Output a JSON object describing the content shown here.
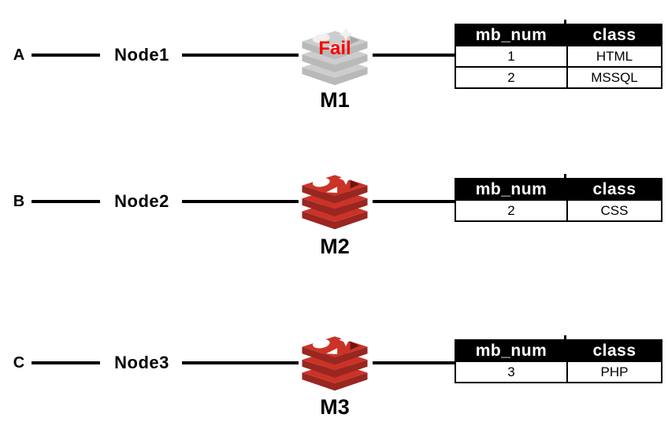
{
  "colors": {
    "line": "#000000",
    "fail_text": "#ff0000",
    "table_header_bg": "#000000",
    "table_header_text": "#ffffff",
    "table_border": "#000000",
    "redis_light": "#cb3327",
    "redis_dark": "#992620",
    "redis_detail": "#6e150f",
    "gray_light": "#cdcdcd",
    "gray_mid": "#b9b9b9",
    "gray_pale": "#f0f0f0",
    "gray_dark": "#a8a8a8"
  },
  "rows": [
    {
      "endpoint_label": "A",
      "node_label": "Node1",
      "machine_label": "M1",
      "machine_status": "Fail",
      "machine_state": "failed",
      "table": {
        "headers": [
          "mb_num",
          "class"
        ],
        "rows": [
          {
            "mb_num": "1",
            "class": "HTML"
          },
          {
            "mb_num": "2",
            "class": "MSSQL"
          }
        ]
      }
    },
    {
      "endpoint_label": "B",
      "node_label": "Node2",
      "machine_label": "M2",
      "machine_status": "",
      "machine_state": "ok",
      "table": {
        "headers": [
          "mb_num",
          "class"
        ],
        "rows": [
          {
            "mb_num": "2",
            "class": "CSS"
          }
        ]
      }
    },
    {
      "endpoint_label": "C",
      "node_label": "Node3",
      "machine_label": "M3",
      "machine_status": "",
      "machine_state": "ok",
      "table": {
        "headers": [
          "mb_num",
          "class"
        ],
        "rows": [
          {
            "mb_num": "3",
            "class": "PHP"
          }
        ]
      }
    }
  ]
}
